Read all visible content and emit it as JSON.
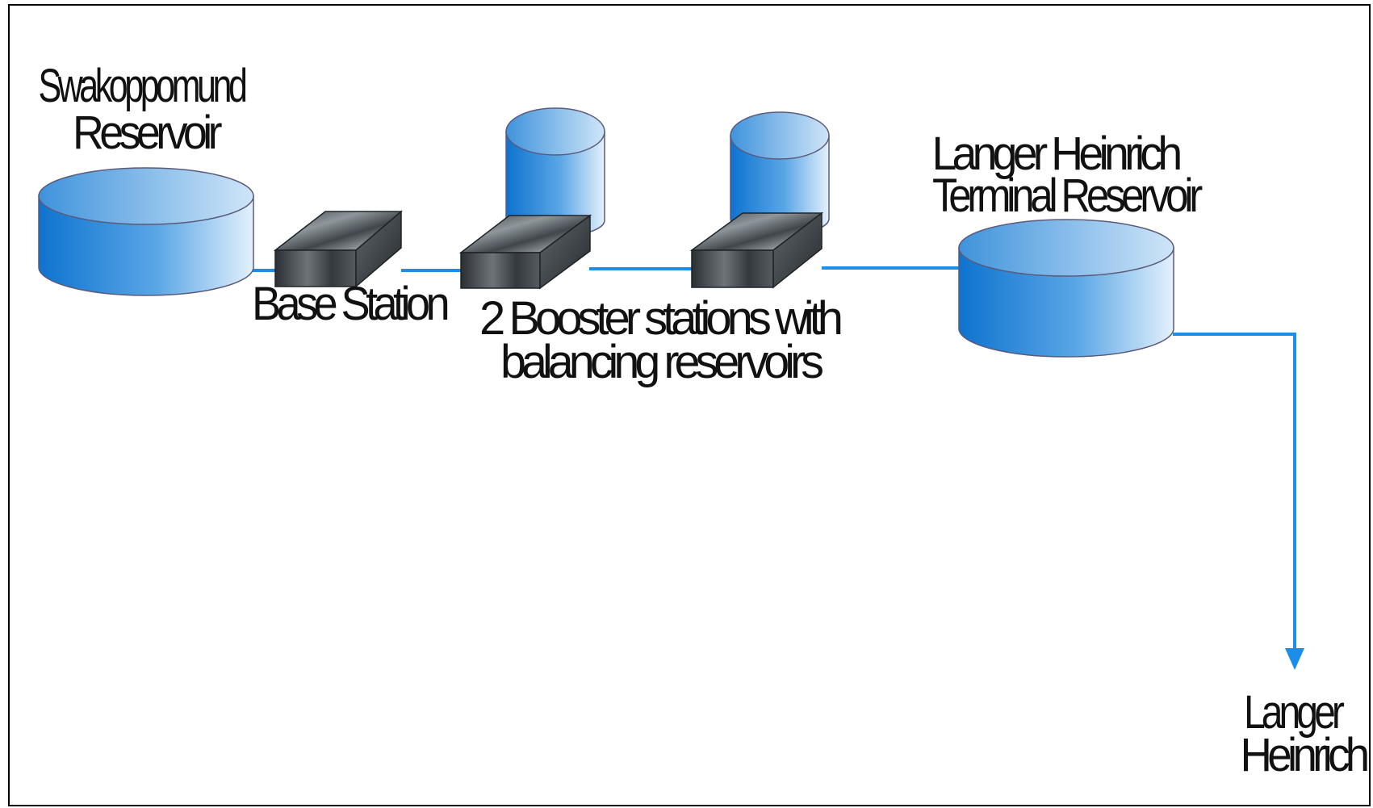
{
  "colors": {
    "pipeline": "#1a8ee8",
    "reservoir_top": "#b8d8f4",
    "reservoir_side_light": "#e4f1fc",
    "reservoir_side_dark": "#0e73cf",
    "reservoir_outline": "#5a5a7a",
    "station_dark": "#2c3034",
    "station_light": "#9ea6ab",
    "frame": "#000000"
  },
  "labels": {
    "source_reservoir": [
      "Swakoppomund",
      "Reservoir"
    ],
    "base_station": [
      "Base Station"
    ],
    "booster_stations": [
      "2 Booster stations with",
      "balancing reservoirs"
    ],
    "terminal_reservoir": [
      "Langer Heinrich",
      "Terminal Reservoir"
    ],
    "destination": [
      "Langer",
      "Heinrich"
    ]
  },
  "nodes": [
    {
      "id": "source-reservoir",
      "kind": "reservoir",
      "label_key": "source_reservoir"
    },
    {
      "id": "base-station",
      "kind": "pump-station",
      "label_key": "base_station"
    },
    {
      "id": "booster-station-1",
      "kind": "pump-station-with-reservoir",
      "label_key": "booster_stations"
    },
    {
      "id": "booster-station-2",
      "kind": "pump-station-with-reservoir",
      "label_key": "booster_stations"
    },
    {
      "id": "terminal-reservoir",
      "kind": "reservoir",
      "label_key": "terminal_reservoir"
    },
    {
      "id": "destination",
      "kind": "endpoint",
      "label_key": "destination"
    }
  ],
  "edges": [
    {
      "from": "source-reservoir",
      "to": "base-station"
    },
    {
      "from": "base-station",
      "to": "booster-station-1"
    },
    {
      "from": "booster-station-1",
      "to": "booster-station-2"
    },
    {
      "from": "booster-station-2",
      "to": "terminal-reservoir"
    },
    {
      "from": "terminal-reservoir",
      "to": "destination",
      "arrow": true
    }
  ]
}
